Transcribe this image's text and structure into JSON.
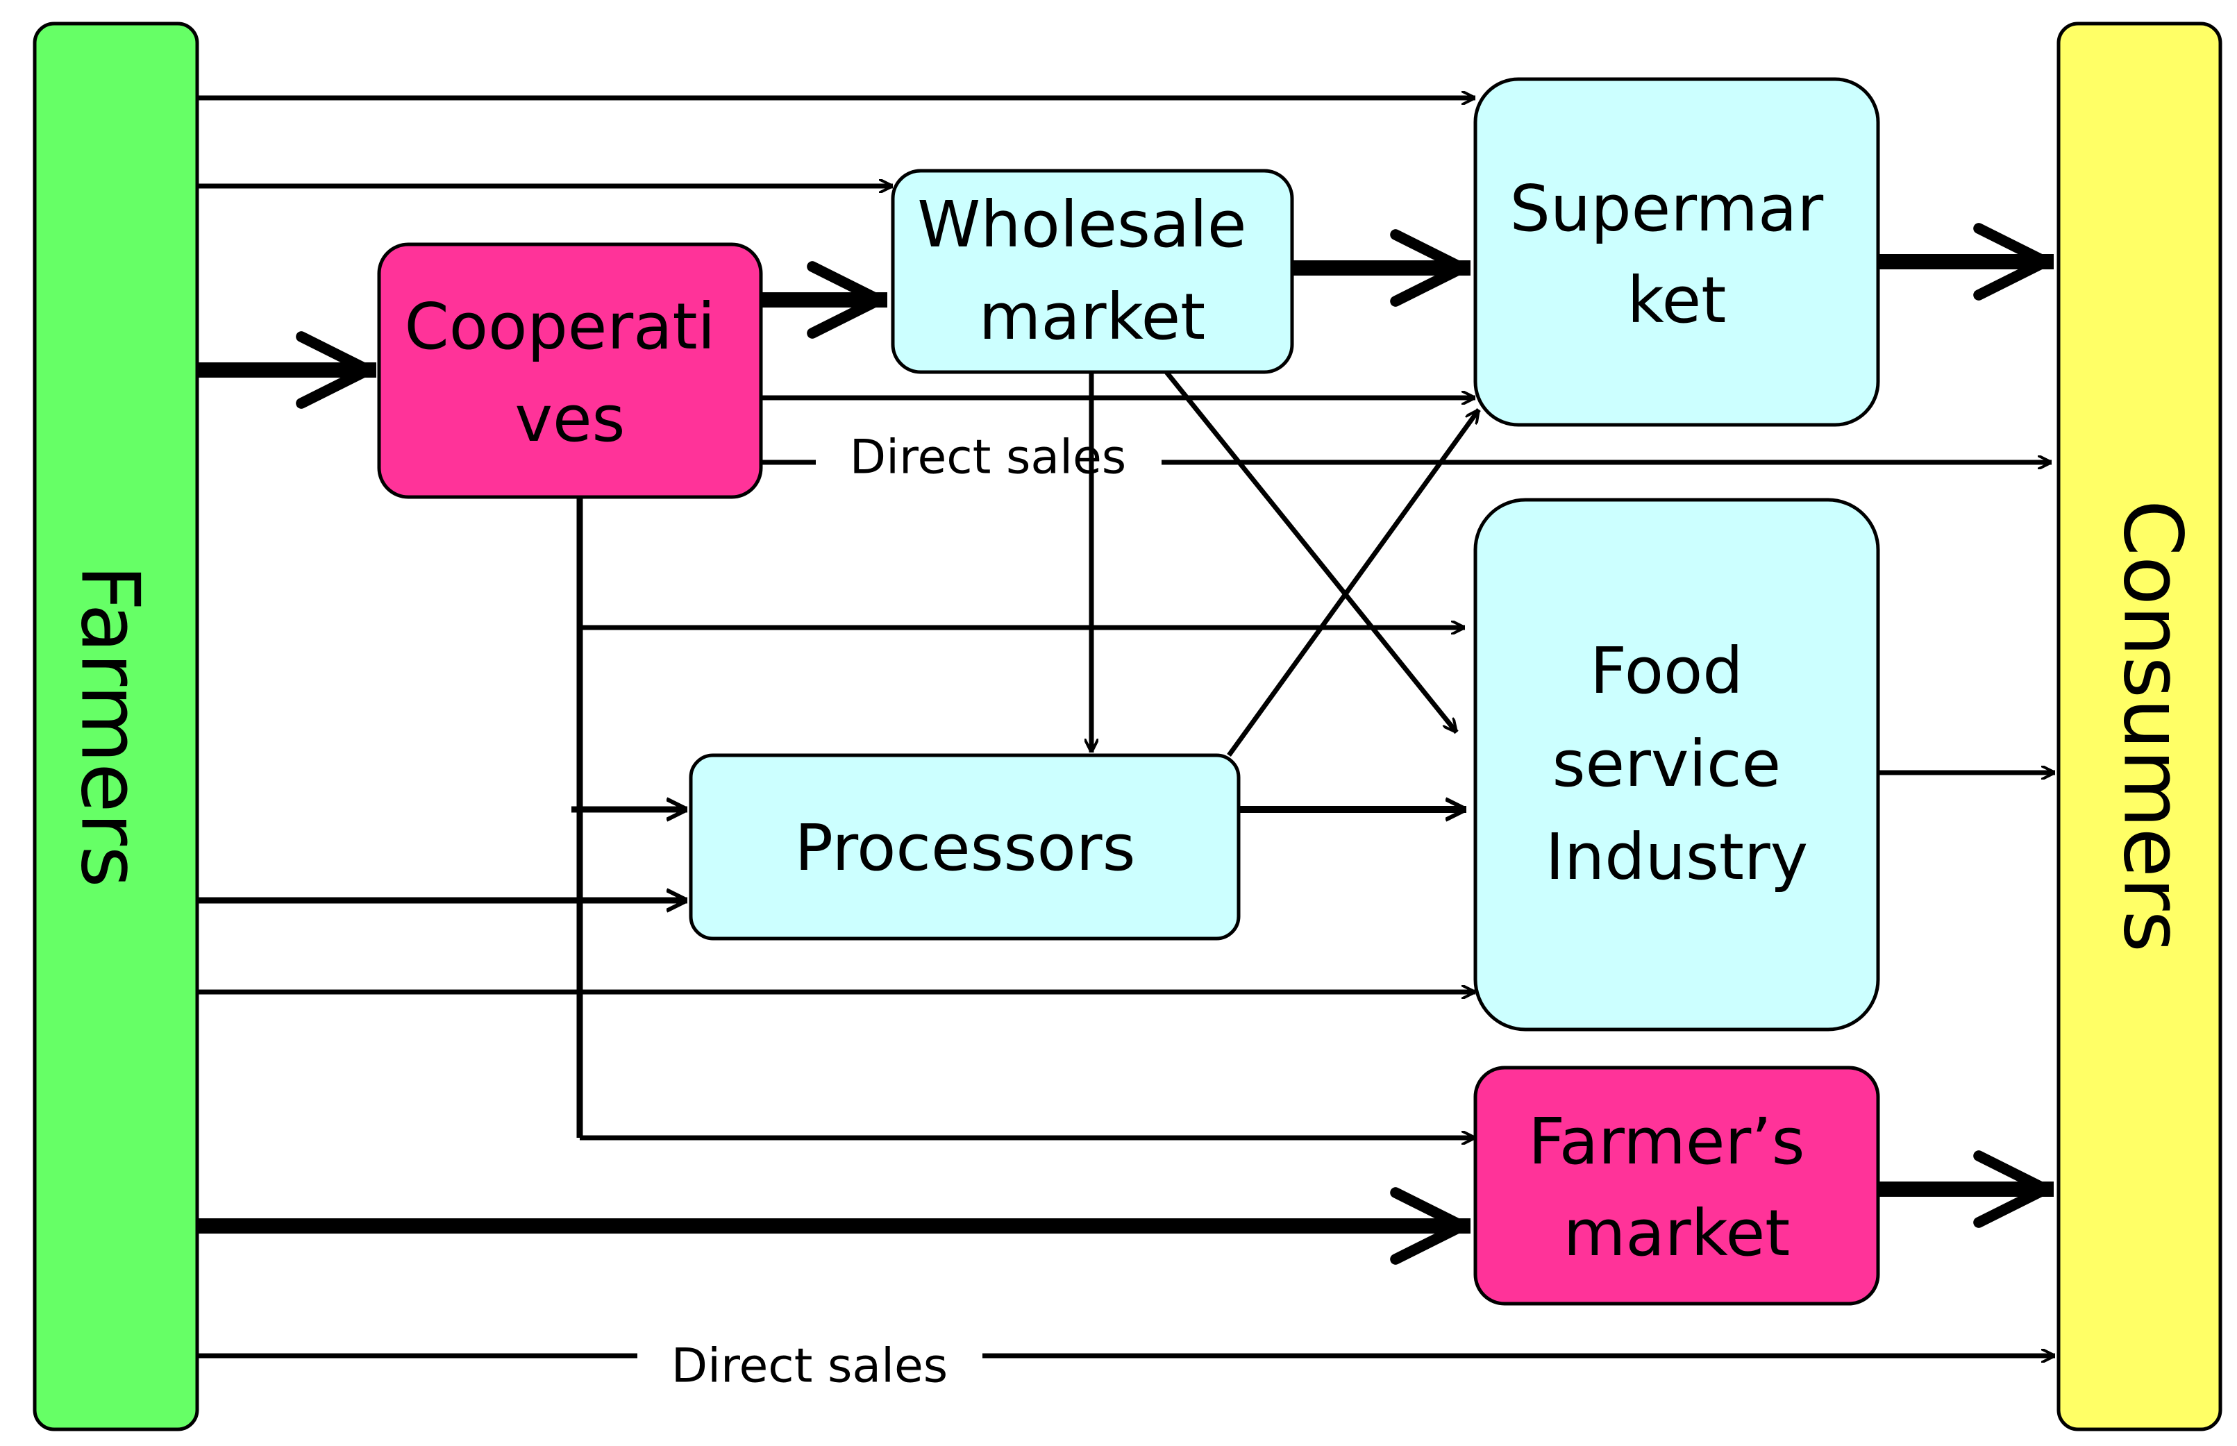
{
  "colors": {
    "farmers": "#66ff66",
    "consumers": "#ffff66",
    "magenta": "#ff3399",
    "cyan": "#ccffff",
    "stroke": "#000000"
  },
  "farmers": {
    "label": "Farmers"
  },
  "consumers": {
    "label": "Consumers"
  },
  "nodes": {
    "cooperatives": [
      "Cooperati",
      "ves"
    ],
    "wholesale": [
      "Wholesale",
      "market"
    ],
    "supermarket": [
      "Supermar",
      "ket"
    ],
    "processors": [
      "Processors"
    ],
    "food_service": [
      "Food",
      "service",
      "Industry"
    ],
    "farmers_market": [
      "Farmer’s",
      "market"
    ]
  },
  "labels": {
    "direct_sales_upper": "Direct sales",
    "direct_sales_lower": "Direct sales"
  }
}
